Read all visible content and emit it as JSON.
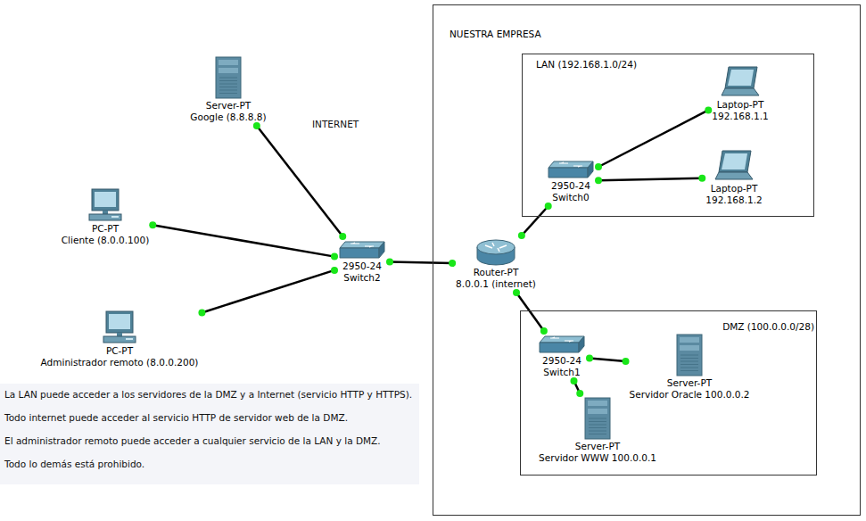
{
  "diagram": {
    "nodes": [
      {
        "text": [
          "NUESTRA EMPRESA"
        ]
      },
      {
        "text": [
          "LAN (192.168.1.0/24)"
        ],
        "in": 0
      },
      {
        "text": [
          "DMZ (100.0.0.0/28)"
        ],
        "in": 0
      },
      {
        "text": [
          "Server-PT",
          "Google (8.8.8.8)"
        ]
      },
      {
        "text": [
          "PC-PT",
          "Cliente (8.0.0.100)"
        ]
      },
      {
        "text": [
          "PC-PT",
          "Administrador remoto (8.0.0.200)"
        ]
      },
      {
        "text": [
          "2950-24",
          "Switch2"
        ]
      },
      {
        "text": [
          "Router-PT",
          "8.0.0.1 (internet)"
        ],
        "in": 0
      },
      {
        "text": [
          "2950-24",
          "Switch0"
        ],
        "in": 1
      },
      {
        "text": [
          "Laptop-PT",
          "192.168.1.1"
        ],
        "in": 1
      },
      {
        "text": [
          "Laptop-PT",
          "192.168.1.2"
        ],
        "in": 1
      },
      {
        "text": [
          "2950-24",
          "Switch1"
        ],
        "in": 2
      },
      {
        "text": [
          "Server-PT",
          "Servidor Oracle 100.0.0.2"
        ],
        "in": 2
      },
      {
        "text": [
          "Server-PT",
          "Servidor WWW 100.0.0.1"
        ],
        "in": 2
      }
    ],
    "edges": [
      {
        "from": 3,
        "to": 6,
        "arrow": "none"
      },
      {
        "from": 4,
        "to": 6,
        "arrow": "none"
      },
      {
        "from": 5,
        "to": 6,
        "arrow": "none"
      },
      {
        "from": 6,
        "to": 7,
        "arrow": "none"
      },
      {
        "from": 7,
        "to": 8,
        "arrow": "none"
      },
      {
        "from": 8,
        "to": 9,
        "arrow": "none"
      },
      {
        "from": 8,
        "to": 10,
        "arrow": "none"
      },
      {
        "from": 7,
        "to": 11,
        "arrow": "none"
      },
      {
        "from": 11,
        "to": 12,
        "arrow": "none"
      },
      {
        "from": 11,
        "to": 13,
        "arrow": "none"
      }
    ],
    "labels": [
      "INTERNET",
      "La LAN puede acceder a los servidores de la DMZ y a Internet (servicio HTTP y HTTPS).",
      "Todo internet puede acceder al servicio HTTP de servidor web de la DMZ.",
      "El administrador remoto puede acceder a cualquier servicio de la LAN y la DMZ.",
      "Todo lo demás está prohibido."
    ]
  }
}
